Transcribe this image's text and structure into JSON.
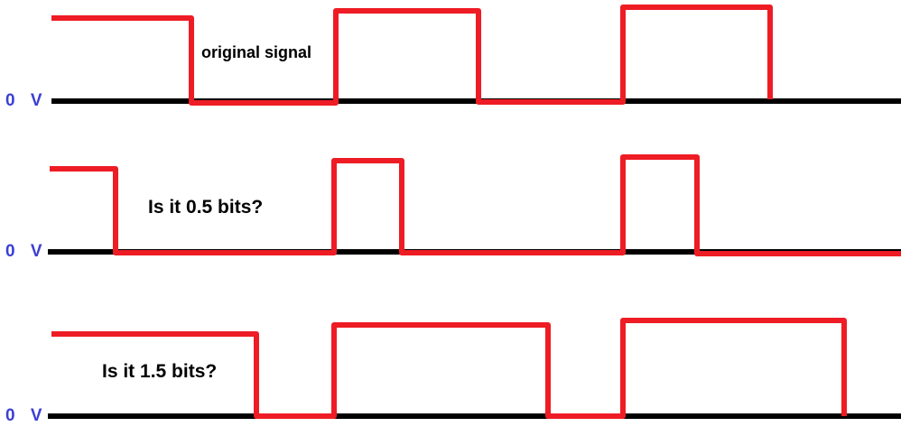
{
  "axis_label": "0 V",
  "rows": [
    {
      "label": "original signal"
    },
    {
      "label": "Is it 0.5 bits?"
    },
    {
      "label": "Is it 1.5 bits?"
    }
  ],
  "colors": {
    "signal": "#ee1c24",
    "baseline": "#000000",
    "axis_label": "#3b3fd4"
  }
}
